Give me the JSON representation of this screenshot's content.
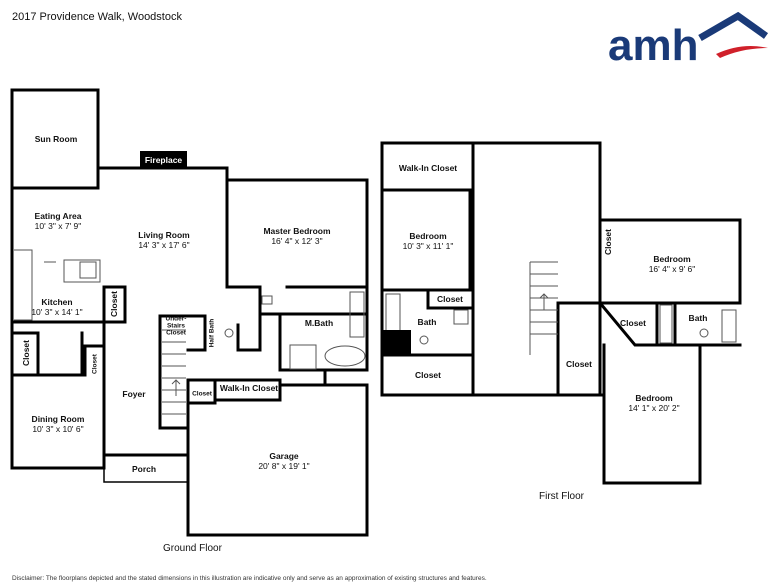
{
  "header": {
    "title": "2017 Providence Walk, Woodstock"
  },
  "logo": {
    "text": "amh",
    "brand_color": "#1a3a78",
    "accent_color": "#d0202a"
  },
  "ground_floor": {
    "caption": "Ground Floor",
    "rooms": {
      "sun_room": {
        "name": "Sun Room"
      },
      "eating_area": {
        "name": "Eating Area",
        "dims": "10' 3\" x 7' 9\""
      },
      "kitchen": {
        "name": "Kitchen",
        "dims": "10' 3\" x 14' 1\""
      },
      "living_room": {
        "name": "Living Room",
        "dims": "14' 3\" x 17' 6\""
      },
      "master_bedroom": {
        "name": "Master Bedroom",
        "dims": "16' 4\" x 12' 3\""
      },
      "m_bath": {
        "name": "M.Bath"
      },
      "fireplace": {
        "name": "Fireplace"
      },
      "closet_kitchen": {
        "name": "Closet"
      },
      "closet_left": {
        "name": "Closet"
      },
      "closet_small": {
        "name": "Closet"
      },
      "under_stairs": {
        "name": "Under-Stairs Closet"
      },
      "half_bath": {
        "name": "Half Bath"
      },
      "foyer": {
        "name": "Foyer"
      },
      "closet_foyer": {
        "name": "Closet"
      },
      "walk_in_closet": {
        "name": "Walk-In Closet"
      },
      "dining_room": {
        "name": "Dining Room",
        "dims": "10' 3\" x 10' 6\""
      },
      "porch": {
        "name": "Porch"
      },
      "garage": {
        "name": "Garage",
        "dims": "20' 8\" x 19' 1\""
      }
    }
  },
  "first_floor": {
    "caption": "First Floor",
    "rooms": {
      "walk_in_closet": {
        "name": "Walk-In Closet"
      },
      "bedroom_1": {
        "name": "Bedroom",
        "dims": "10' 3\" x 11' 1\""
      },
      "closet_1": {
        "name": "Closet"
      },
      "bath_1": {
        "name": "Bath"
      },
      "closet_bottom": {
        "name": "Closet"
      },
      "bedroom_2": {
        "name": "Bedroom",
        "dims": "16' 4\" x 9' 6\""
      },
      "closet_2": {
        "name": "Closet"
      },
      "closet_3": {
        "name": "Closet"
      },
      "bath_2": {
        "name": "Bath"
      },
      "closet_4": {
        "name": "Closet"
      },
      "bedroom_3": {
        "name": "Bedroom",
        "dims": "14' 1\" x 20' 2\""
      }
    }
  },
  "disclaimer": "Disclaimer: The floorplans depicted and the stated dimensions in this illustration are indicative only and serve as an approximation of existing structures and features."
}
